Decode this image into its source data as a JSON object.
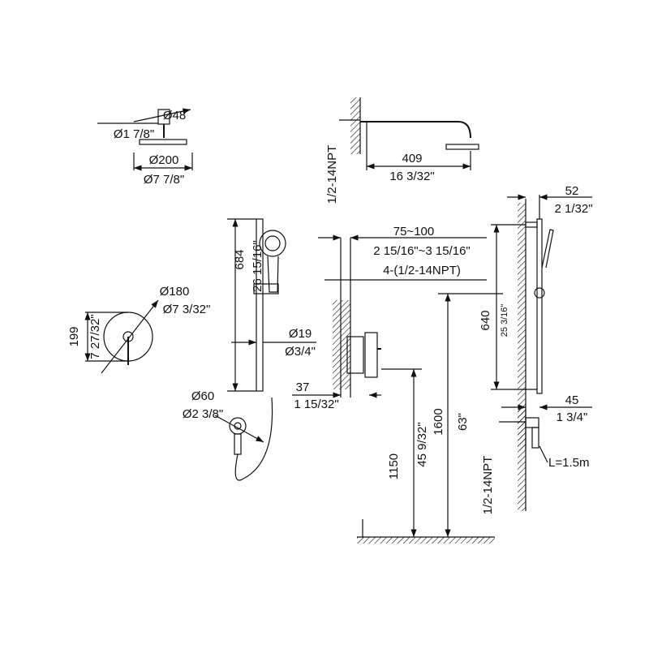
{
  "title": "Shower system dimension drawing",
  "labels": {
    "head_arm_dia_mm": "Ø48",
    "head_arm_dia_in": "Ø1 7/8\"",
    "head_dia_mm": "Ø200",
    "head_dia_in": "Ø7 7/8\"",
    "top_thread": "1/2-14NPT",
    "arm_len_mm": "409",
    "arm_len_in": "16 3/32\"",
    "bar_offset_mm": "52",
    "bar_offset_in": "2 1/32\"",
    "valve_depth_mm": "75~100",
    "valve_depth_in": "2 15/16\"~3 15/16\"",
    "valve_ports": "4-(1/2-14NPT)",
    "bar_len_mm": "684",
    "bar_len_in": "26 15/16\"",
    "plate_dia_mm": "Ø180",
    "plate_dia_in": "Ø7 3/32\"",
    "plate_h_mm": "199",
    "plate_h_in": "7 27/32\"",
    "bar_dia_mm": "Ø19",
    "bar_dia_in": "Ø3/4\"",
    "side_bar_mm": "640",
    "side_bar_in": "25 3/16\"",
    "height_top_mm": "1600",
    "height_top_in": "63\"",
    "trim_depth_mm": "37",
    "trim_depth_in": "1 15/32\"",
    "elbow_offset_mm": "45",
    "elbow_offset_in": "1 3/4\"",
    "elbow_dia_mm": "Ø60",
    "elbow_dia_in": "Ø2 3/8\"",
    "valve_height_mm": "1150",
    "valve_height_in": "45 9/32\"",
    "hose_length": "L=1.5m",
    "bottom_thread": "1/2-14NPT"
  }
}
